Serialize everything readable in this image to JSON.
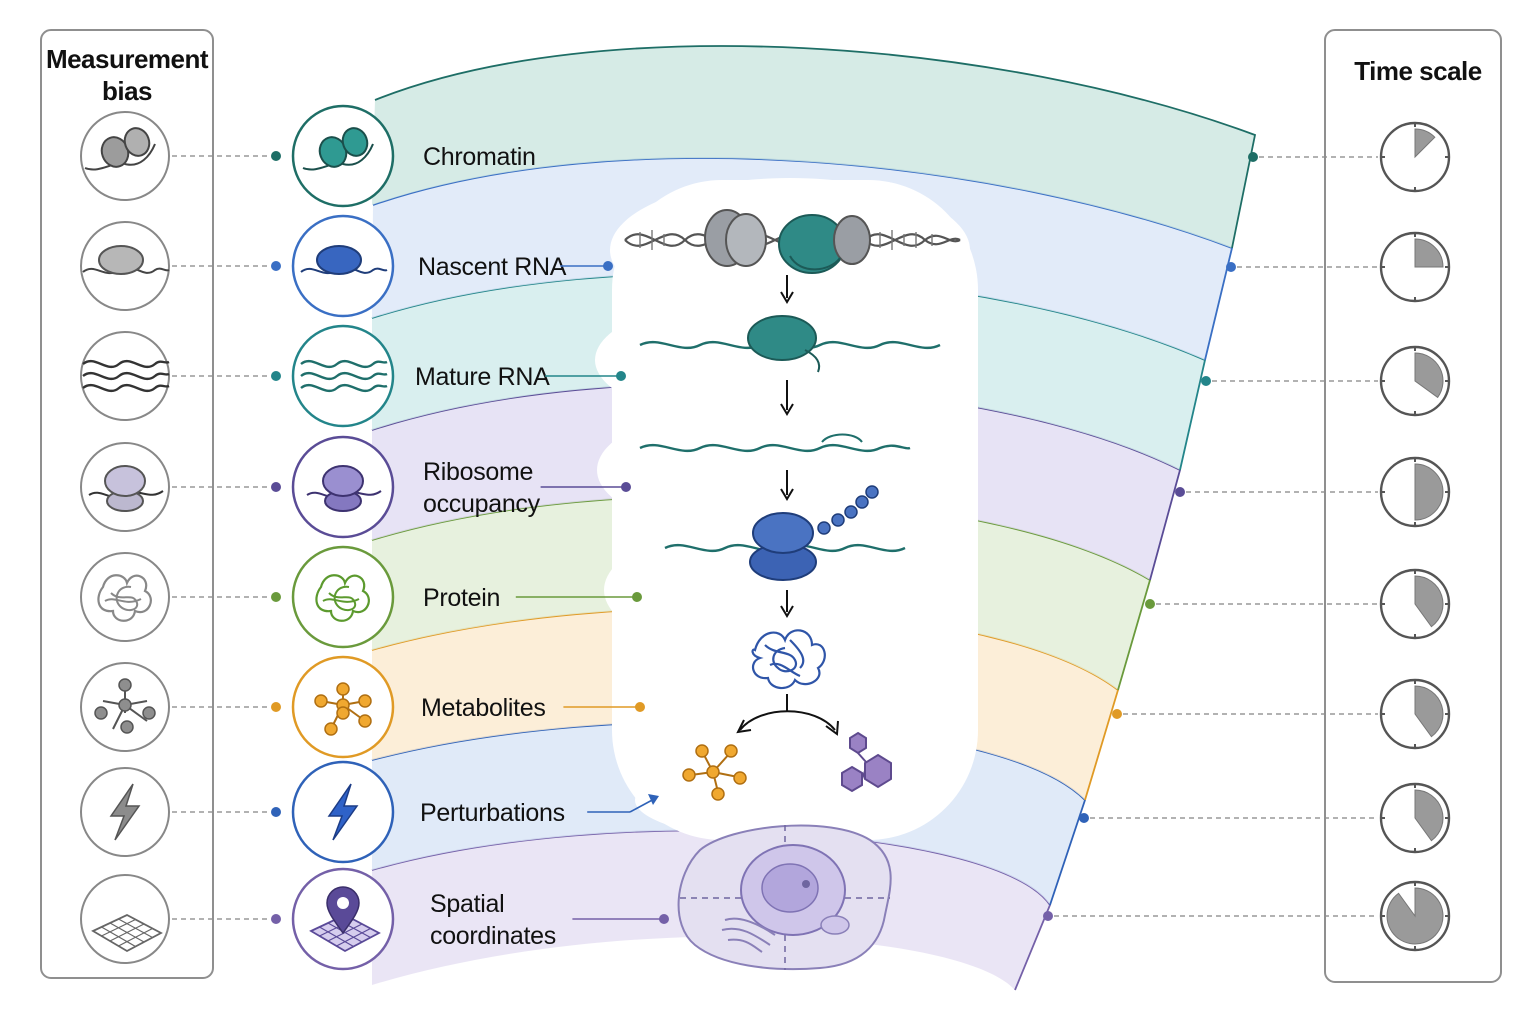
{
  "panels": {
    "left_title": [
      "Measurement",
      "bias"
    ],
    "right_title": "Time scale"
  },
  "layers": [
    {
      "id": "chromatin",
      "label": [
        "Chromatin"
      ],
      "color": "#1e6e66",
      "band": "#cfe7e2",
      "icon": "nucleosome-icon",
      "time_fraction": 0.125
    },
    {
      "id": "nascent-rna",
      "label": [
        "Nascent RNA"
      ],
      "color": "#3a6fc4",
      "band": "#dde8f8",
      "icon": "polymerase-icon",
      "time_fraction": 0.25
    },
    {
      "id": "mature-rna",
      "label": [
        "Mature RNA"
      ],
      "color": "#23858a",
      "band": "#d2ecec",
      "icon": "rna-strands-icon",
      "time_fraction": 0.35
    },
    {
      "id": "ribosome",
      "label": [
        "Ribosome",
        "occupancy"
      ],
      "color": "#5a4c96",
      "band": "#e3def3",
      "icon": "ribosome-icon",
      "time_fraction": 0.5
    },
    {
      "id": "protein",
      "label": [
        "Protein"
      ],
      "color": "#6a9a3c",
      "band": "#e3eed8",
      "icon": "protein-fold-icon",
      "time_fraction": 0.4
    },
    {
      "id": "metabolites",
      "label": [
        "Metabolites"
      ],
      "color": "#e09a25",
      "band": "#fcebd1",
      "icon": "molecule-icon",
      "time_fraction": 0.4
    },
    {
      "id": "perturbations",
      "label": [
        "Perturbations"
      ],
      "color": "#2f62b8",
      "band": "#dbe6f7",
      "icon": "lightning-icon",
      "time_fraction": 0.4
    },
    {
      "id": "spatial",
      "label": [
        "Spatial",
        "coordinates"
      ],
      "color": "#7460a8",
      "band": "#e6e0f3",
      "icon": "map-pin-icon",
      "time_fraction": 0.9
    }
  ]
}
